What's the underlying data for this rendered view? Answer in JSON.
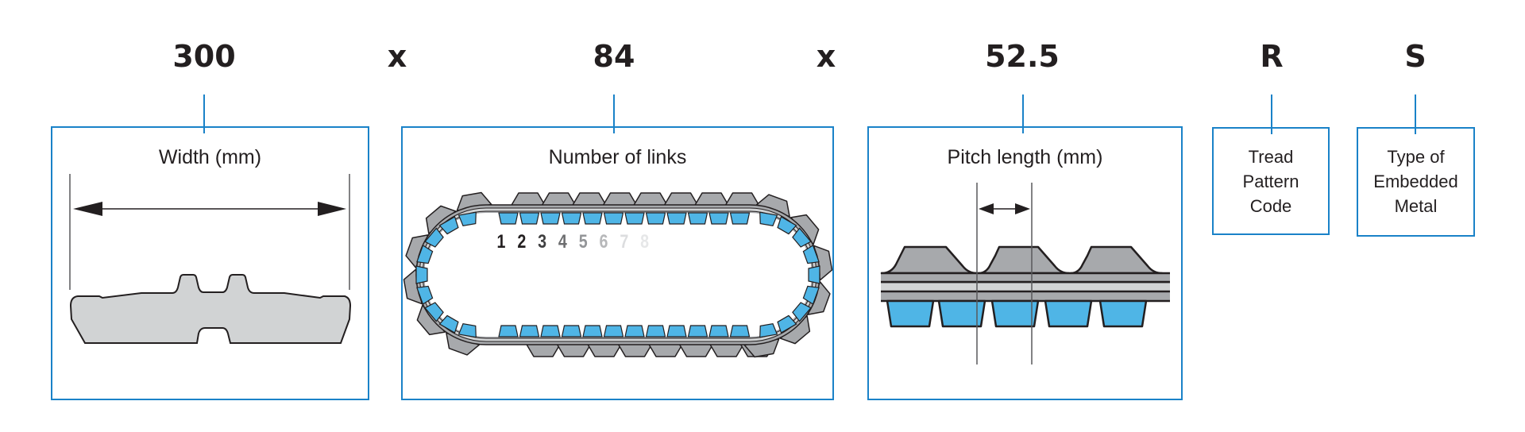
{
  "code": {
    "width_value": "300",
    "links_value": "84",
    "pitch_value": "52.5",
    "tread_value": "R",
    "metal_value": "S",
    "separator": "x"
  },
  "boxes": {
    "width": {
      "title": "Width (mm)"
    },
    "links": {
      "title": "Number of links",
      "count_labels": [
        "1",
        "2",
        "3",
        "4",
        "5",
        "6",
        "7",
        "8"
      ]
    },
    "pitch": {
      "title": "Pitch length (mm)"
    },
    "tread": {
      "lines": [
        "Tread",
        "Pattern",
        "Code"
      ]
    },
    "metal": {
      "lines": [
        "Type of",
        "Embedded",
        "Metal"
      ]
    }
  },
  "colors": {
    "frame_blue": "#1a82c8",
    "link_blue": "#4fb5e6",
    "rubber_gray": "#a7a9ac",
    "light_gray": "#d1d3d4",
    "outline": "#231f20",
    "count_label_shades": [
      "#231f20",
      "#231f20",
      "#3f3f40",
      "#6d6e70",
      "#939598",
      "#b7b8ba",
      "#dcdddf",
      "#e6e7e8"
    ]
  }
}
